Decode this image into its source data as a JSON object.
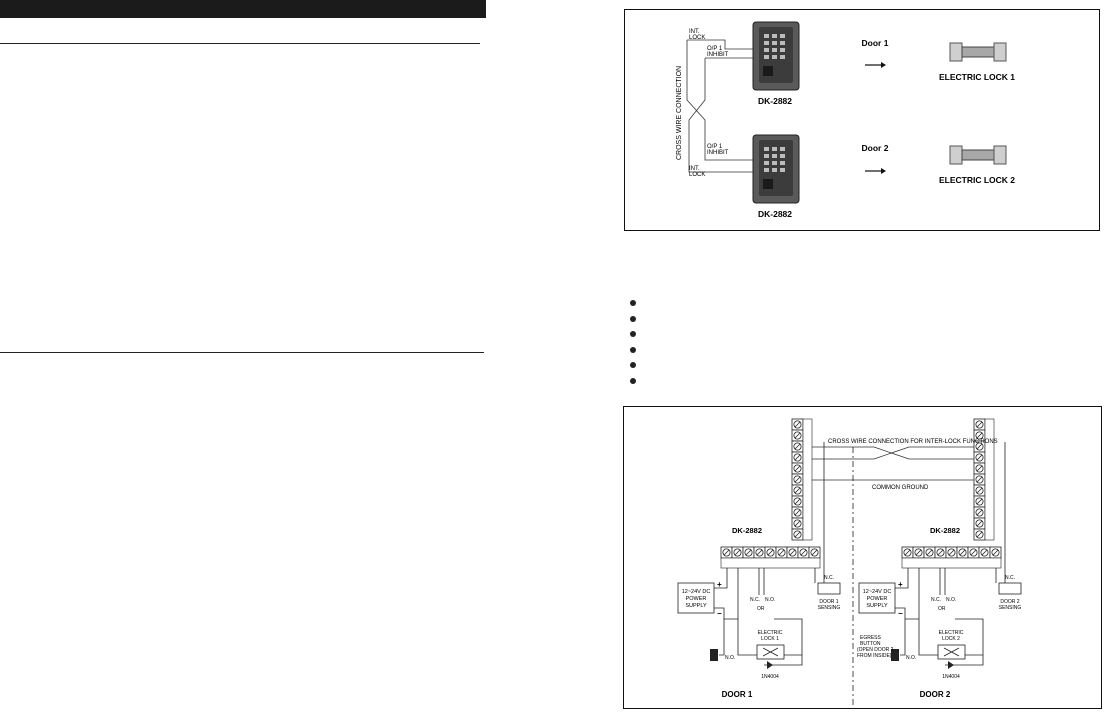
{
  "fig1": {
    "int_lock": "INT.",
    "lock": "LOCK",
    "op1": "O/P 1",
    "inhibit": "INHIBIT",
    "cross_wire": "CROSS WIRE CONNECTION",
    "model": "DK-2882",
    "door1": "Door 1",
    "door2": "Door 2",
    "lock1": "ELECTRIC LOCK 1",
    "lock2": "ELECTRIC LOCK 2"
  },
  "fig2": {
    "cross_wire": "CROSS WIRE CONNECTION FOR INTER-LOCK FUNCTIONS",
    "common_ground": "COMMON GROUND",
    "model": "DK-2882",
    "psu_l1": "12~24V DC",
    "psu_l2": "POWER",
    "psu_l3": "SUPPLY",
    "plus": "+",
    "minus": "−",
    "nc": "N.C.",
    "no": "N.O.",
    "or": "OR",
    "electric": "ELECTRIC",
    "lock1": "LOCK 1",
    "lock2": "LOCK 2",
    "diode": "1N4004",
    "door1_sensing_l1": "DOOR 1",
    "door2_sensing_l1": "DOOR 2",
    "sensing": "SENSING",
    "egress_l1": "EGRESS",
    "egress_l2": "BUTTON",
    "egress_l3": "(OPEN DOOR 2",
    "egress_l4": "FROM INSIDE)",
    "door1": "DOOR 1",
    "door2": "DOOR 2"
  }
}
